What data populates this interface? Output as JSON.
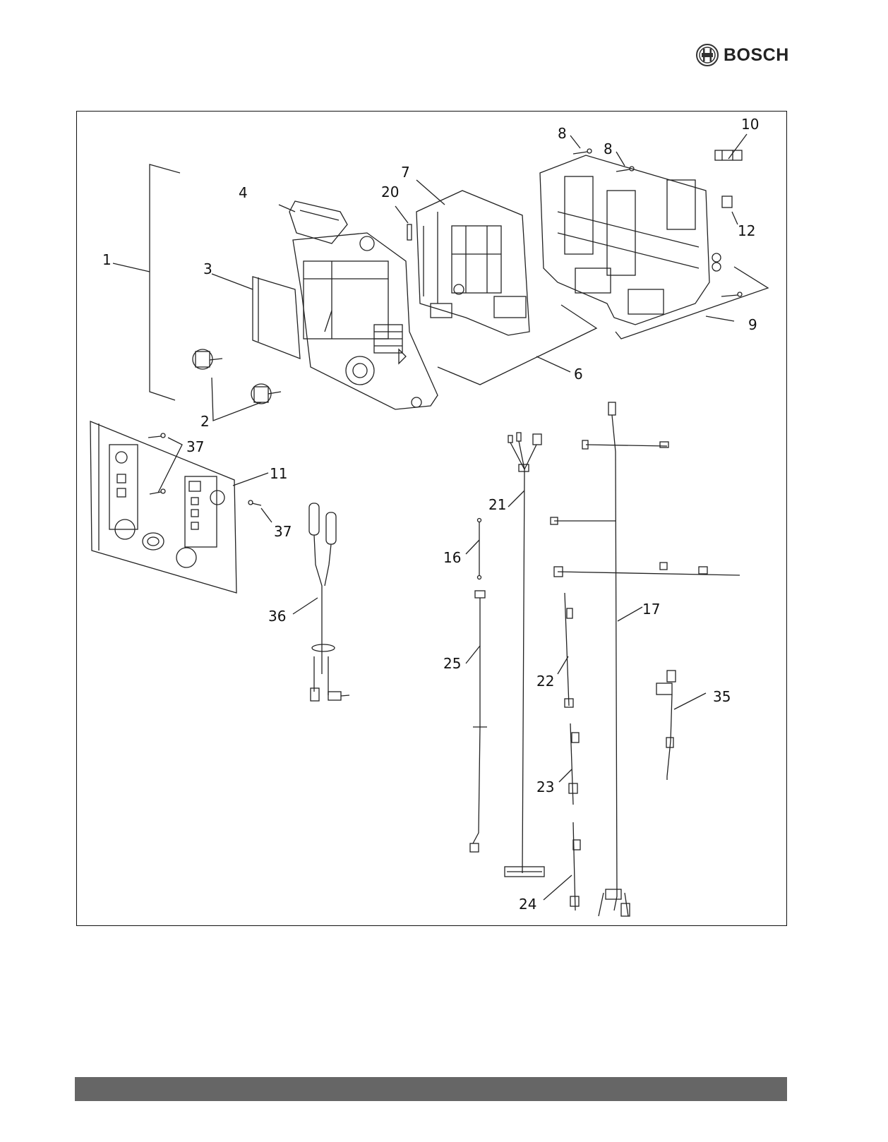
{
  "brand": {
    "name": "BOSCH"
  },
  "colors": {
    "footer_bar": "#666666",
    "line": "#222222"
  },
  "icons": {
    "logo": "bosch-armature-icon"
  },
  "callouts": {
    "c1": "1",
    "c2": "2",
    "c3": "3",
    "c4": "4",
    "c6": "6",
    "c7": "7",
    "c8a": "8",
    "c8b": "8",
    "c9": "9",
    "c10": "10",
    "c11": "11",
    "c12": "12",
    "c16": "16",
    "c17": "17",
    "c20": "20",
    "c21": "21",
    "c22": "22",
    "c23": "23",
    "c24": "24",
    "c25": "25",
    "c35": "35",
    "c36": "36",
    "c37a": "37",
    "c37b": "37"
  }
}
